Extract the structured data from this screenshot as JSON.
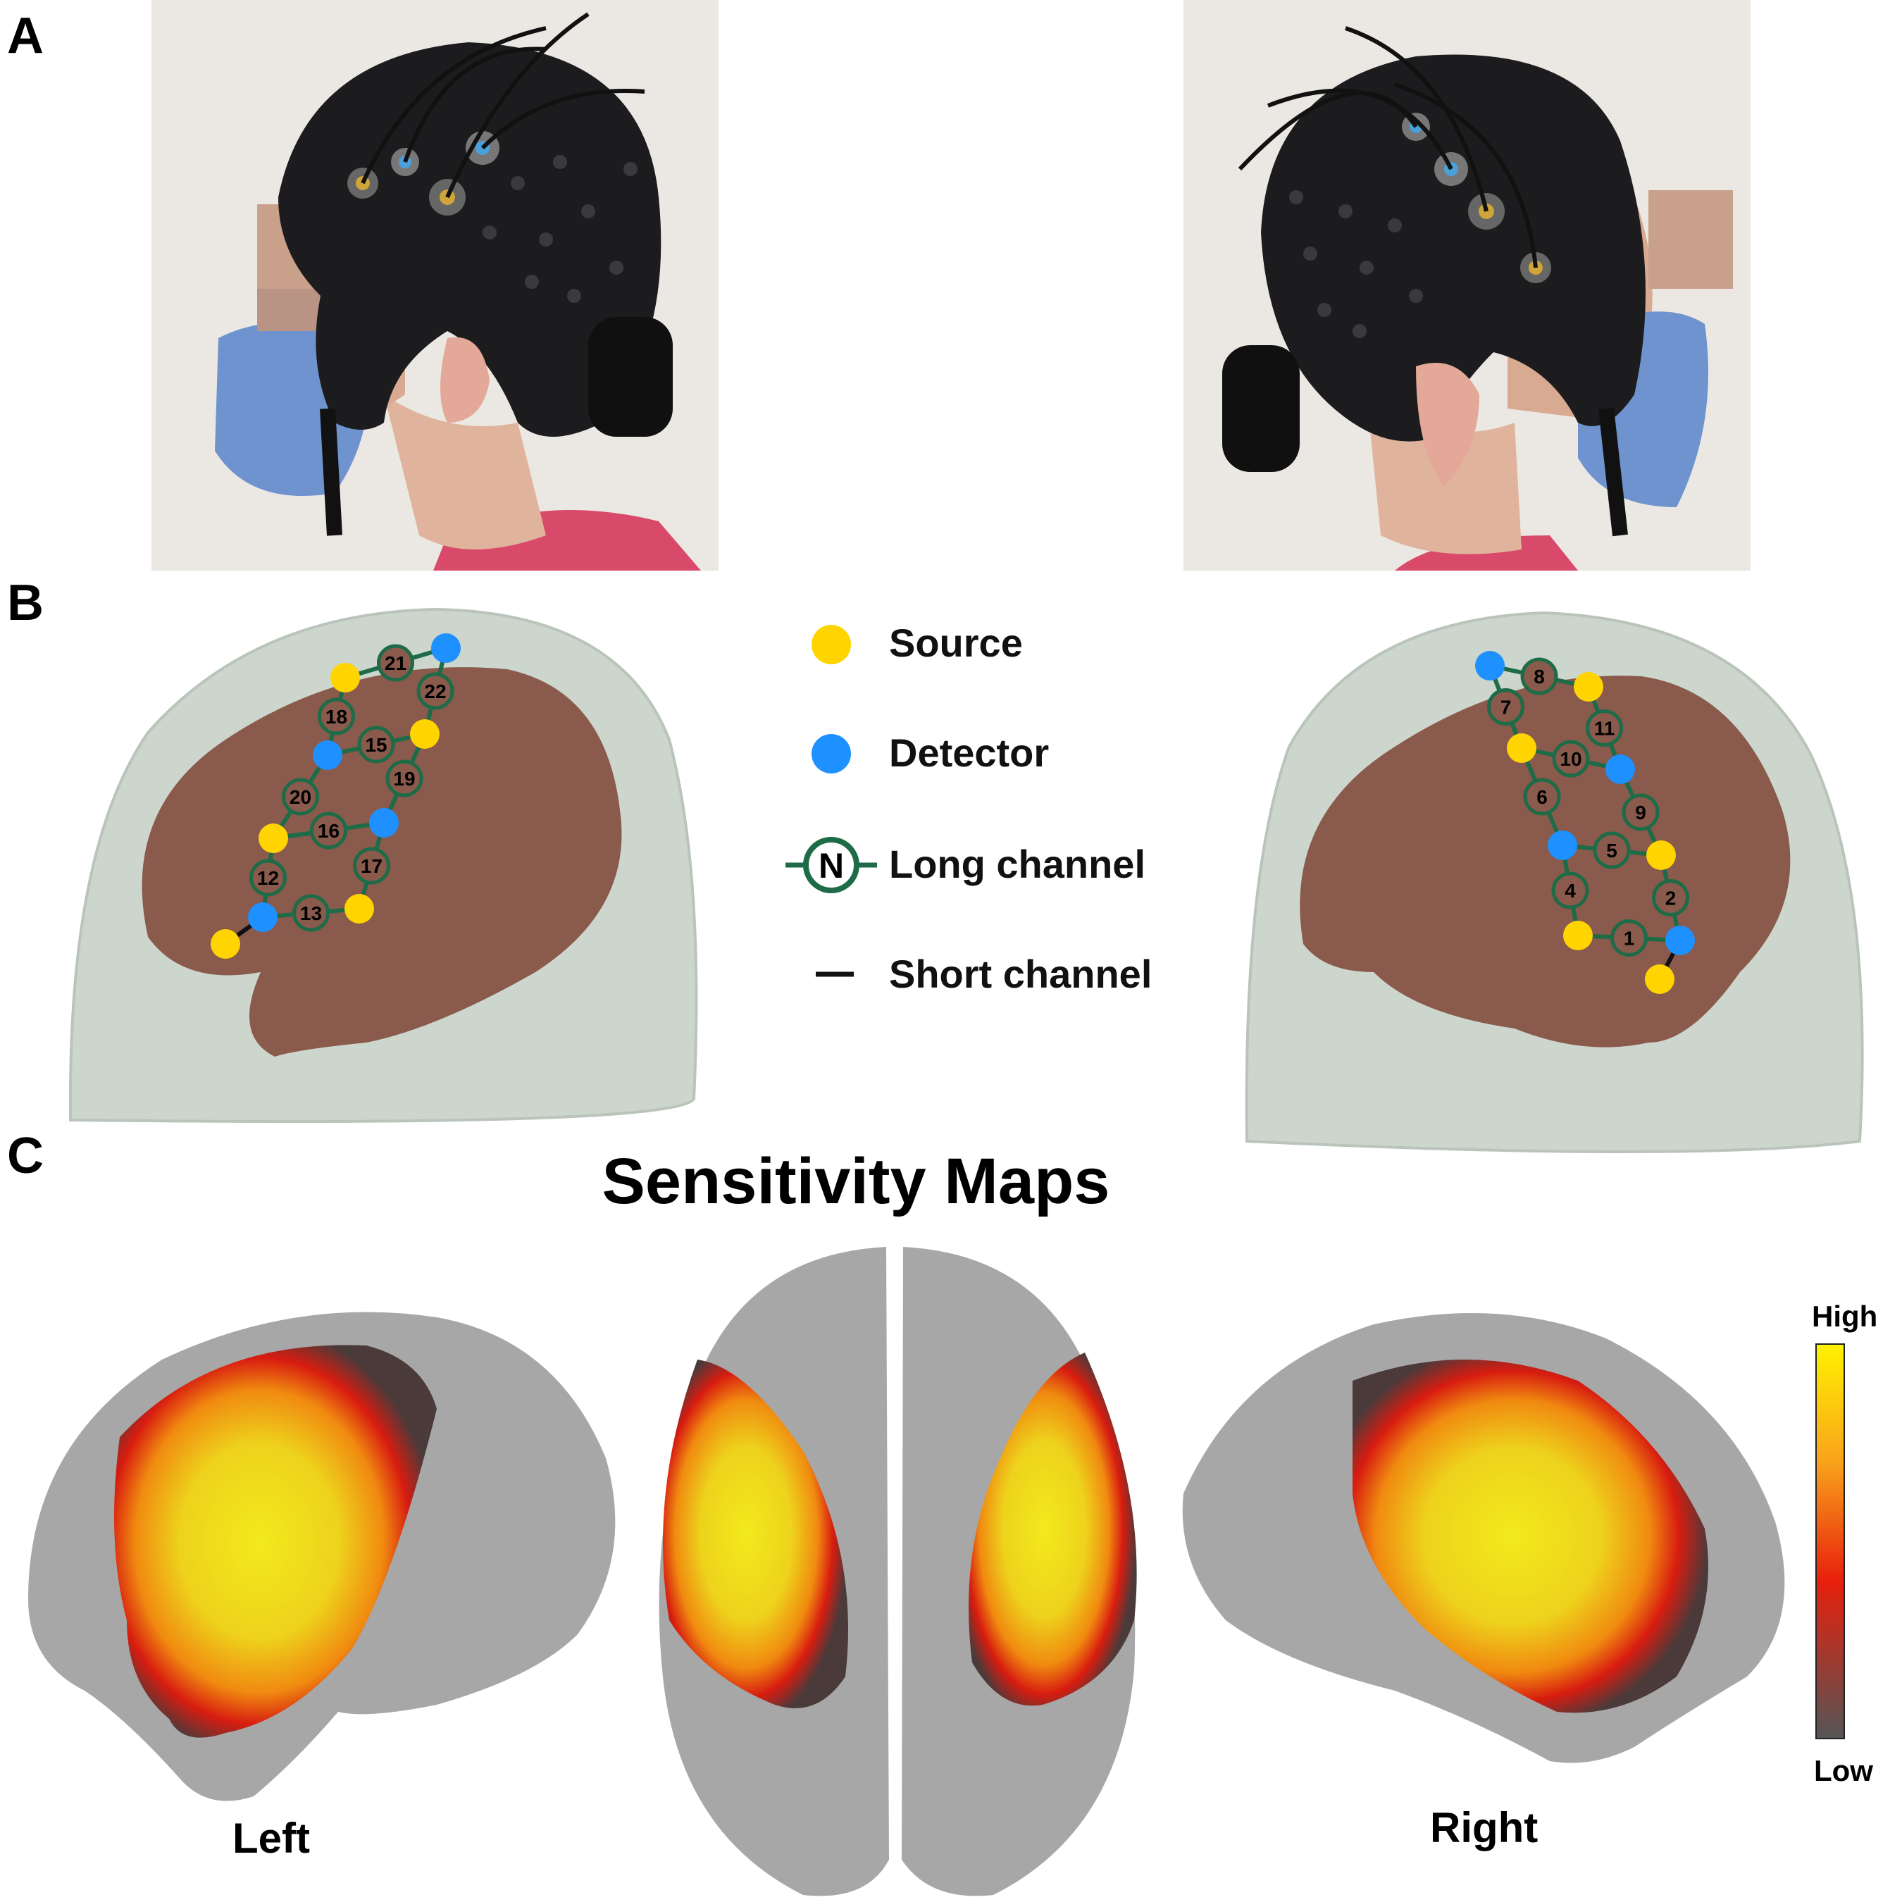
{
  "panels": {
    "a": "A",
    "b": "B",
    "c": "C"
  },
  "legend": {
    "source": "Source",
    "detector": "Detector",
    "long_channel": "Long channel",
    "long_channel_symbol": "N",
    "short_channel": "Short channel"
  },
  "colors": {
    "source": "#FFD400",
    "detector": "#1E90FF",
    "long_channel": "#1E6B47",
    "short_channel": "#111111",
    "brain": "#8a5a4c",
    "head": "#cdd6cc"
  },
  "left_channels": [
    "21",
    "22",
    "18",
    "15",
    "19",
    "20",
    "16",
    "17",
    "12",
    "13"
  ],
  "right_channels": [
    "8",
    "7",
    "11",
    "10",
    "6",
    "9",
    "5",
    "4",
    "2",
    "1"
  ],
  "sensitivity": {
    "title": "Sensitivity Maps",
    "left": "Left",
    "right": "Right",
    "colorbar_high": "High",
    "colorbar_low": "Low"
  }
}
